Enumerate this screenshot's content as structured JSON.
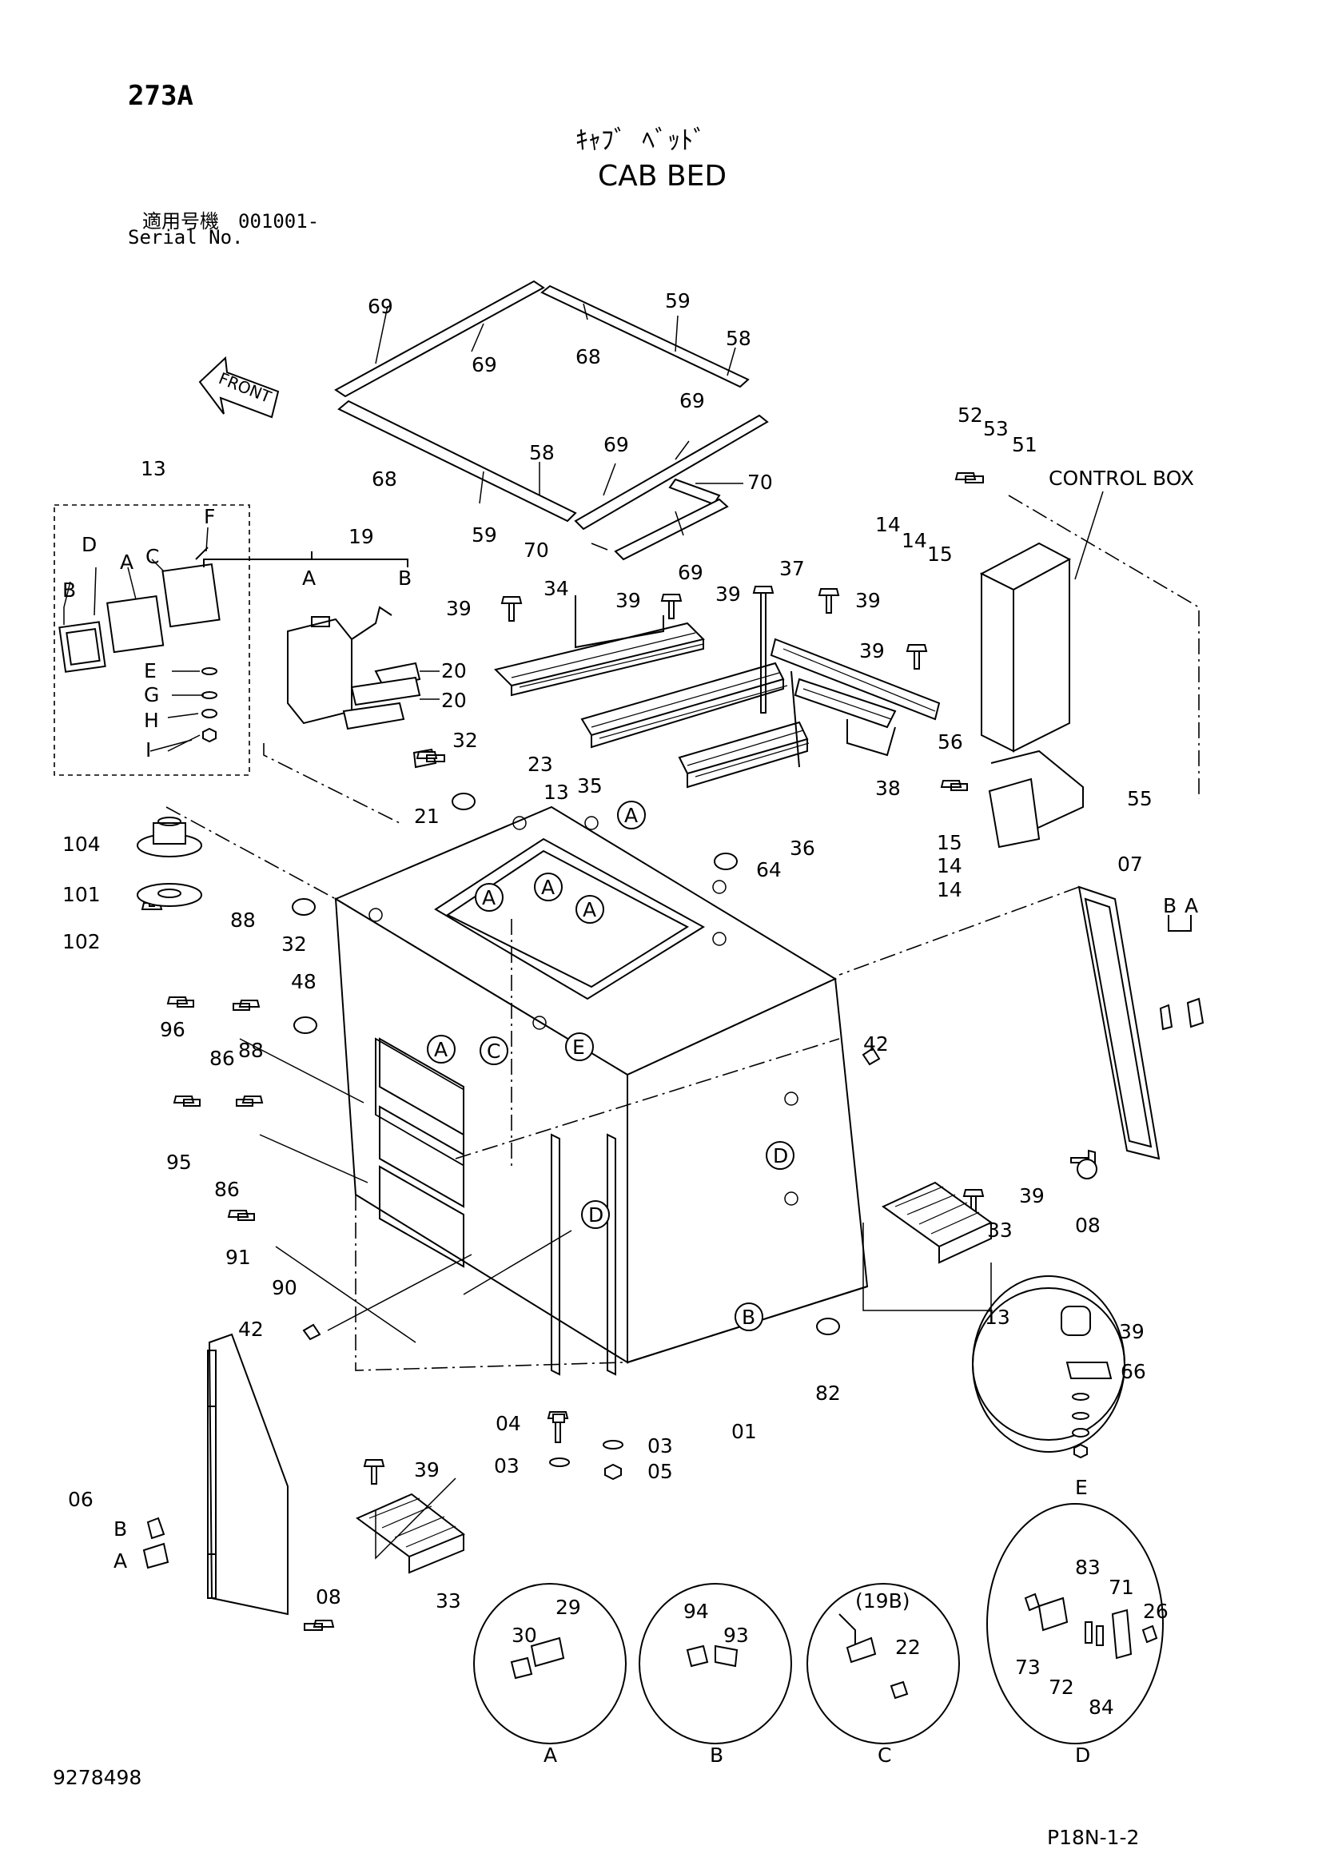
{
  "header": {
    "page_code": "273A",
    "title_jp": "ｷｬﾌﾞ ﾍﾞｯﾄﾞ",
    "title_en": "CAB BED",
    "serial_label_jp": "適用号機　001001-",
    "serial_label_en": "Serial No."
  },
  "footer": {
    "doc_number": "9278498",
    "page_ref": "P18N-1-2"
  },
  "annotations": {
    "front_arrow": "FRONT",
    "control_box": "CONTROL BOX",
    "detail_refs": [
      "A",
      "B",
      "C",
      "D",
      "E"
    ],
    "detail_c_note": "(19B)"
  },
  "callouts": [
    {
      "id": "c69a",
      "text": "69"
    },
    {
      "id": "c69b",
      "text": "69"
    },
    {
      "id": "c68a",
      "text": "68"
    },
    {
      "id": "c59a",
      "text": "59"
    },
    {
      "id": "c58a",
      "text": "58"
    },
    {
      "id": "c69c",
      "text": "69"
    },
    {
      "id": "c68b",
      "text": "68"
    },
    {
      "id": "c58b",
      "text": "58"
    },
    {
      "id": "c69d",
      "text": "69"
    },
    {
      "id": "c70a",
      "text": "70"
    },
    {
      "id": "c59b",
      "text": "59"
    },
    {
      "id": "c70b",
      "text": "70"
    },
    {
      "id": "c69e",
      "text": "69"
    },
    {
      "id": "c13a",
      "text": "13"
    },
    {
      "id": "cF",
      "text": "F"
    },
    {
      "id": "cD",
      "text": "D"
    },
    {
      "id": "cC",
      "text": "C"
    },
    {
      "id": "cA13",
      "text": "A"
    },
    {
      "id": "cB13",
      "text": "B"
    },
    {
      "id": "cE",
      "text": "E"
    },
    {
      "id": "cG",
      "text": "G"
    },
    {
      "id": "cH",
      "text": "H"
    },
    {
      "id": "cI",
      "text": "I"
    },
    {
      "id": "c19",
      "text": "19"
    },
    {
      "id": "cA19",
      "text": "A"
    },
    {
      "id": "cB19",
      "text": "B"
    },
    {
      "id": "c20a",
      "text": "20"
    },
    {
      "id": "c20b",
      "text": "20"
    },
    {
      "id": "c21",
      "text": "21"
    },
    {
      "id": "c32a",
      "text": "32"
    },
    {
      "id": "c39a",
      "text": "39"
    },
    {
      "id": "c34",
      "text": "34"
    },
    {
      "id": "c39b",
      "text": "39"
    },
    {
      "id": "c39c",
      "text": "39"
    },
    {
      "id": "c37",
      "text": "37"
    },
    {
      "id": "c39d",
      "text": "39"
    },
    {
      "id": "c39e",
      "text": "39"
    },
    {
      "id": "c23",
      "text": "23"
    },
    {
      "id": "c13b",
      "text": "13"
    },
    {
      "id": "c35",
      "text": "35"
    },
    {
      "id": "c36",
      "text": "36"
    },
    {
      "id": "c38",
      "text": "38"
    },
    {
      "id": "c52",
      "text": "52"
    },
    {
      "id": "c53",
      "text": "53"
    },
    {
      "id": "c51",
      "text": "51"
    },
    {
      "id": "c14a",
      "text": "14"
    },
    {
      "id": "c14b",
      "text": "14"
    },
    {
      "id": "c15a",
      "text": "15"
    },
    {
      "id": "c56",
      "text": "56"
    },
    {
      "id": "c55",
      "text": "55"
    },
    {
      "id": "c15b",
      "text": "15"
    },
    {
      "id": "c14c",
      "text": "14"
    },
    {
      "id": "c14d",
      "text": "14"
    },
    {
      "id": "c64",
      "text": "64"
    },
    {
      "id": "c104",
      "text": "104"
    },
    {
      "id": "c101",
      "text": "101"
    },
    {
      "id": "c102",
      "text": "102"
    },
    {
      "id": "c32b",
      "text": "32"
    },
    {
      "id": "c88a",
      "text": "88"
    },
    {
      "id": "c96",
      "text": "96"
    },
    {
      "id": "c48",
      "text": "48"
    },
    {
      "id": "c86a",
      "text": "86"
    },
    {
      "id": "c88b",
      "text": "88"
    },
    {
      "id": "c95",
      "text": "95"
    },
    {
      "id": "c86b",
      "text": "86"
    },
    {
      "id": "c91",
      "text": "91"
    },
    {
      "id": "c90",
      "text": "90"
    },
    {
      "id": "c42a",
      "text": "42"
    },
    {
      "id": "c42b",
      "text": "42"
    },
    {
      "id": "c07",
      "text": "07"
    },
    {
      "id": "cB07",
      "text": "B"
    },
    {
      "id": "cA07",
      "text": "A"
    },
    {
      "id": "c08a",
      "text": "08"
    },
    {
      "id": "c39f",
      "text": "39"
    },
    {
      "id": "c33a",
      "text": "33"
    },
    {
      "id": "c82",
      "text": "82"
    },
    {
      "id": "c01",
      "text": "01"
    },
    {
      "id": "c04",
      "text": "04"
    },
    {
      "id": "c03a",
      "text": "03"
    },
    {
      "id": "c03b",
      "text": "03"
    },
    {
      "id": "c05",
      "text": "05"
    },
    {
      "id": "c39g",
      "text": "39"
    },
    {
      "id": "c06",
      "text": "06"
    },
    {
      "id": "cB06",
      "text": "B"
    },
    {
      "id": "cA06",
      "text": "A"
    },
    {
      "id": "c08b",
      "text": "08"
    },
    {
      "id": "c33b",
      "text": "33"
    },
    {
      "id": "c13e",
      "text": "13"
    },
    {
      "id": "c39h",
      "text": "39"
    },
    {
      "id": "c66",
      "text": "66"
    },
    {
      "id": "cEdet",
      "text": "E"
    },
    {
      "id": "c30",
      "text": "30"
    },
    {
      "id": "c29",
      "text": "29"
    },
    {
      "id": "cAdet",
      "text": "A"
    },
    {
      "id": "c94",
      "text": "94"
    },
    {
      "id": "c93",
      "text": "93"
    },
    {
      "id": "cBdet",
      "text": "B"
    },
    {
      "id": "c22",
      "text": "22"
    },
    {
      "id": "cCdet",
      "text": "C"
    },
    {
      "id": "c83",
      "text": "83"
    },
    {
      "id": "c71",
      "text": "71"
    },
    {
      "id": "c26",
      "text": "26"
    },
    {
      "id": "c73",
      "text": "73"
    },
    {
      "id": "c72",
      "text": "72"
    },
    {
      "id": "c84",
      "text": "84"
    },
    {
      "id": "cDdet",
      "text": "D"
    }
  ]
}
